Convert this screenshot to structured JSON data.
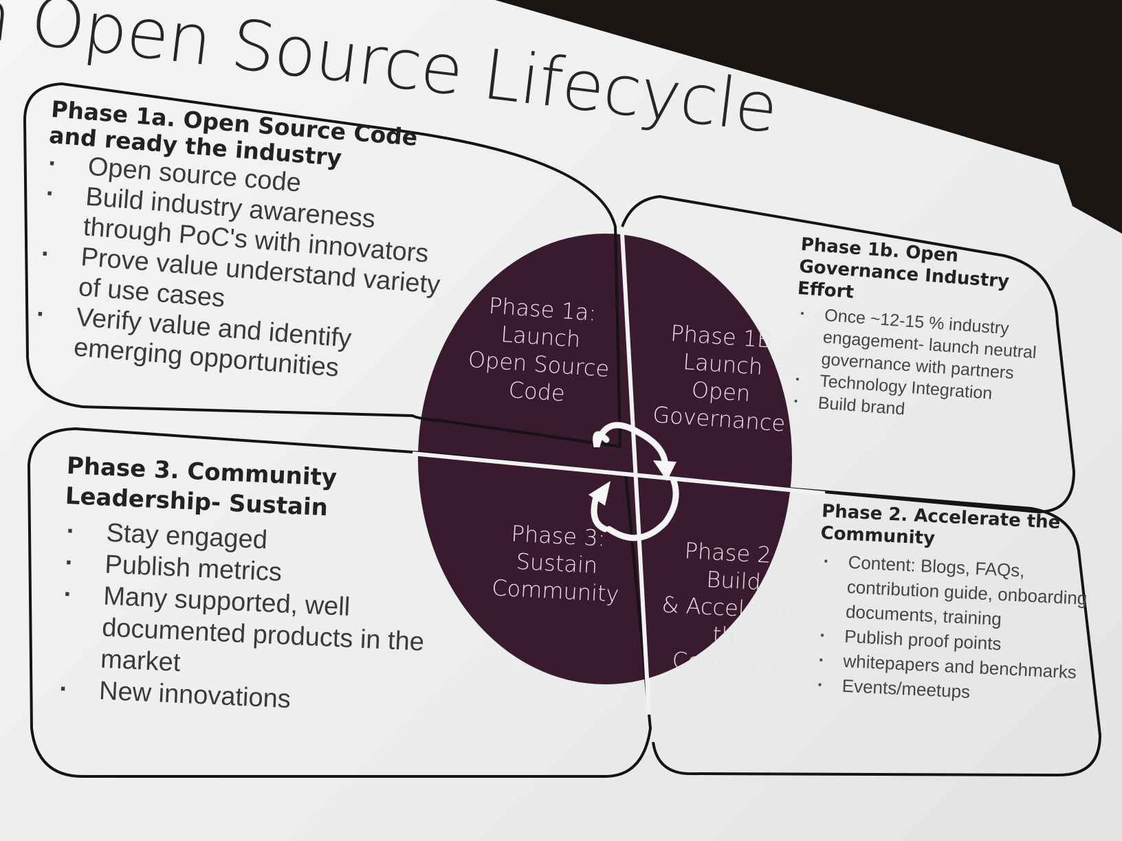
{
  "slide": {
    "title": "n Open Source Lifecycle"
  },
  "panels": {
    "phase_1a": {
      "heading": "Phase 1a. Open Source Code and ready the industry",
      "bullets": [
        "Open source code",
        "Build industry awareness through PoC's with innovators",
        "Prove value understand variety of use cases",
        "Verify value and identify emerging opportunities"
      ]
    },
    "phase_1b": {
      "heading": "Phase 1b. Open Governance Industry Effort",
      "bullets": [
        "Once ~12-15 % industry engagement- launch neutral governance  with partners",
        "Technology Integration",
        "Build brand"
      ]
    },
    "phase_3": {
      "heading": "Phase 3. Community Leadership- Sustain",
      "bullets": [
        "Stay engaged",
        "Publish metrics",
        "Many supported, well documented products in the market",
        "New innovations"
      ]
    },
    "phase_2": {
      "heading": "Phase 2. Accelerate the Community",
      "bullets": [
        "Content: Blogs, FAQs, contribution guide, onboarding documents, training",
        "Publish proof points",
        "whitepapers and benchmarks",
        "Events/meetups"
      ]
    }
  },
  "cycle": {
    "q1a": "Phase 1a:\nLaunch\nOpen Source\nCode",
    "q1b": "Phase 1B:\nLaunch\nOpen\nGovernance",
    "q3": "Phase 3:\nSustain\nCommunity",
    "q2": "Phase 2 : Build\n& Accelerate\nthe\nCommunit"
  },
  "colors": {
    "circle": "#3a1a2e",
    "slide_bg": "#eef0ef",
    "backdrop": "#1a1412",
    "outline": "#141414"
  }
}
